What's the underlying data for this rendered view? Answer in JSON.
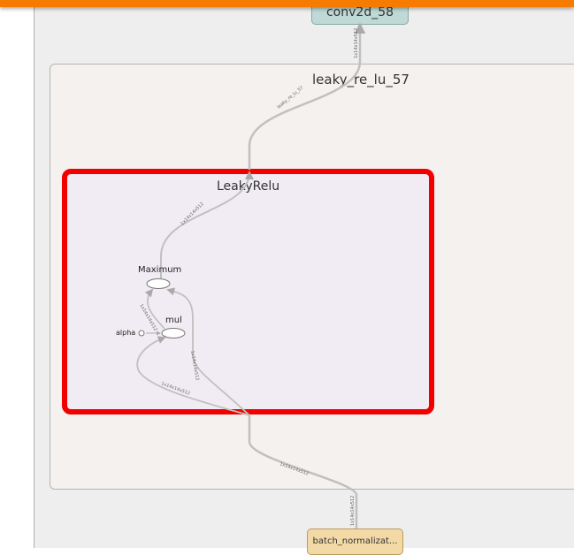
{
  "graph": {
    "top_node": "conv2d_58",
    "group_title": "leaky_re_lu_57",
    "inner_title": "LeakyRelu",
    "nodes": {
      "maximum": "Maximum",
      "mul": "mul",
      "alpha": "alpha"
    },
    "bottom_node": "batch_normalizat..."
  },
  "colors": {
    "header_accent": "#f57c00",
    "highlight_border": "#f20000",
    "top_node_fill": "#bfd9d6",
    "bottom_node_fill": "#f2d9a6"
  }
}
